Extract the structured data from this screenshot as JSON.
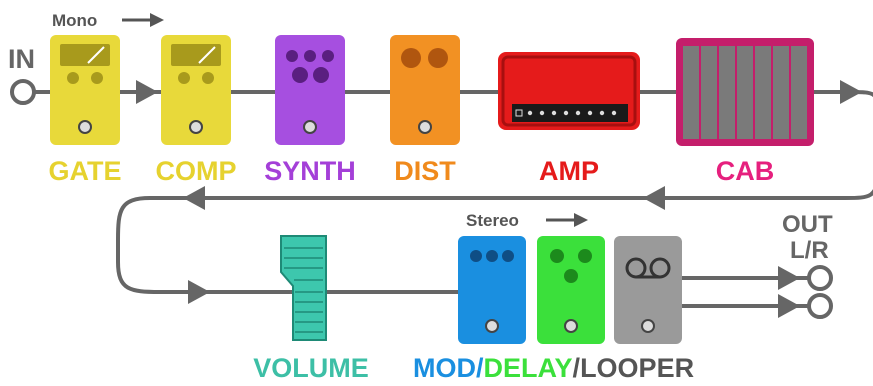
{
  "header": {
    "mono_label": "Mono",
    "stereo_label": "Stereo"
  },
  "io": {
    "in_label": "IN",
    "out_label_line1": "OUT",
    "out_label_line2": "L/R"
  },
  "chain_top": [
    {
      "id": "gate",
      "label": "GATE",
      "color": "#e6d22f"
    },
    {
      "id": "comp",
      "label": "COMP",
      "color": "#e6d22f"
    },
    {
      "id": "synth",
      "label": "SYNTH",
      "color": "#a43fd8"
    },
    {
      "id": "dist",
      "label": "DIST",
      "color": "#f08a1c"
    },
    {
      "id": "amp",
      "label": "AMP",
      "color": "#e51b1b"
    },
    {
      "id": "cab",
      "label": "CAB",
      "color": "#e6207e"
    }
  ],
  "chain_bottom": {
    "volume": {
      "label": "VOLUME",
      "color": "#3dbfa6"
    },
    "mod_label": "MOD",
    "delay_label": "DELAY",
    "looper_label": "LOOPER",
    "slash": "/",
    "colors": {
      "mod": "#1a8fe0",
      "delay": "#3be03b",
      "looper": "#555555"
    }
  },
  "colors": {
    "cable": "#666666",
    "gate_body": "#e8d93a",
    "gate_display": "#a89a1c",
    "synth_body": "#a64fe0",
    "dist_body": "#f29123",
    "amp_body": "#e51b1b",
    "cab_body": "#c41e6b",
    "cab_grille": "#7a7a7a",
    "mod_body": "#1a8fe0",
    "delay_body": "#3be03b",
    "looper_body": "#9a9a9a",
    "volume_body": "#3dc7ad"
  }
}
